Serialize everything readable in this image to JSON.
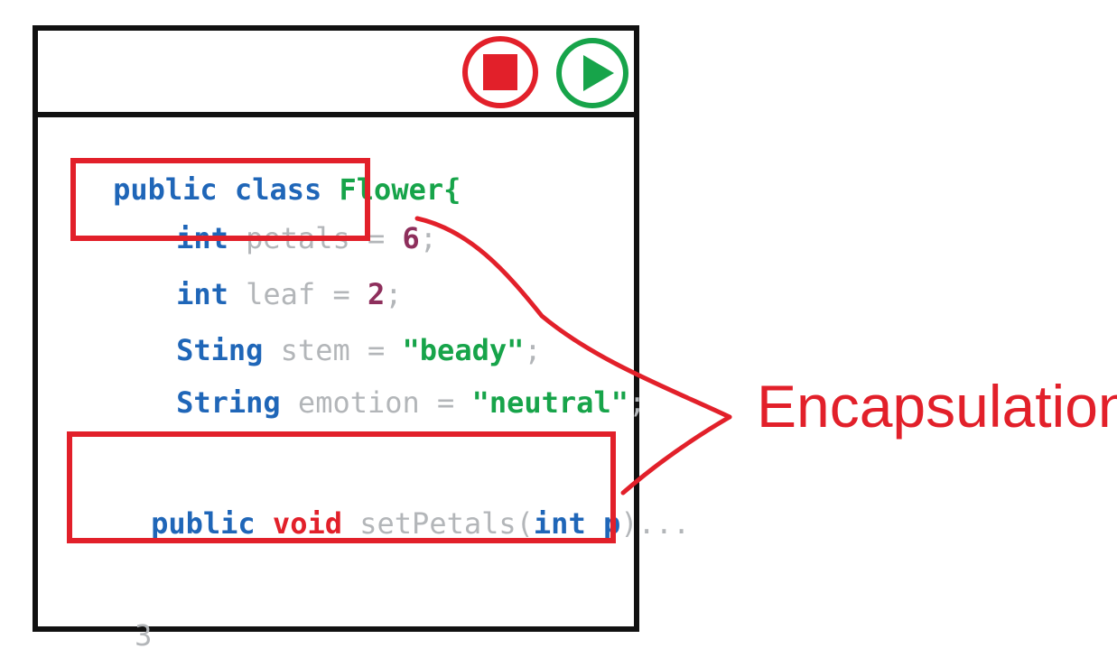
{
  "toolbar": {
    "stop_icon": "stop-icon",
    "play_icon": "play-icon"
  },
  "code": {
    "line1": {
      "kw1": "public",
      "kw2": "class",
      "name": "Flower",
      "brace": "{"
    },
    "line2": {
      "type": "int",
      "ident": "petals",
      "eq": "=",
      "value": "6",
      "end": ";"
    },
    "line3": {
      "type": "int",
      "ident": "leaf",
      "eq": "=",
      "value": "2",
      "end": ";"
    },
    "line4": {
      "type": "Sting",
      "ident": "stem",
      "eq": "=",
      "value": "\"beady\"",
      "end": ";"
    },
    "line5": {
      "type": "String",
      "ident": "emotion",
      "eq": "=",
      "value": "\"neutral\"",
      "end": ";"
    },
    "line6": {
      "kw": "public",
      "void": "void",
      "method": "setPetals",
      "open": "(",
      "ptype": "int",
      "pname": "p",
      "close": ")..."
    },
    "line7": {
      "brace": "3"
    }
  },
  "annotation": {
    "label": "Encapsulation"
  },
  "colors": {
    "keyword": "#1f66b8",
    "class_name": "#17a44a",
    "identifier": "#b3b6b9",
    "number": "#8e2f5c",
    "string": "#17a44a",
    "void": "#e2202a",
    "highlight": "#e2202a",
    "frame": "#111111"
  }
}
